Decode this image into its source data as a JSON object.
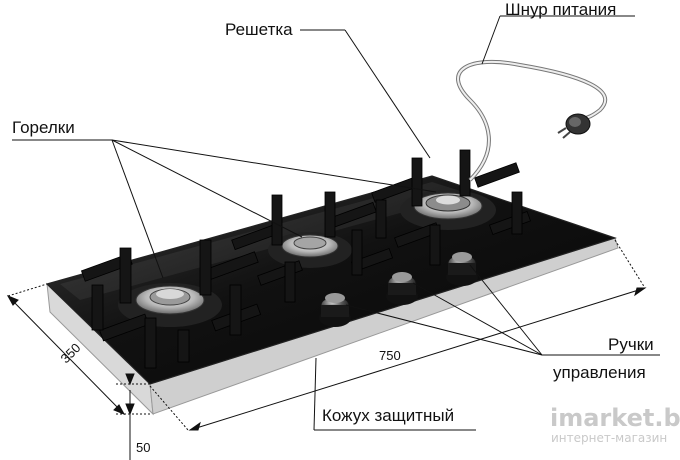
{
  "labels": {
    "grate": "Решетка",
    "power_cord": "Шнур питания",
    "burners": "Горелки",
    "knobs_line1": "Ручки",
    "knobs_line2": "управления",
    "casing": "Кожух защитный"
  },
  "dimensions": {
    "depth": "350",
    "width": "750",
    "height": "50"
  },
  "watermark": {
    "brand": "imarket.by",
    "tagline": "интернет-магазин"
  }
}
